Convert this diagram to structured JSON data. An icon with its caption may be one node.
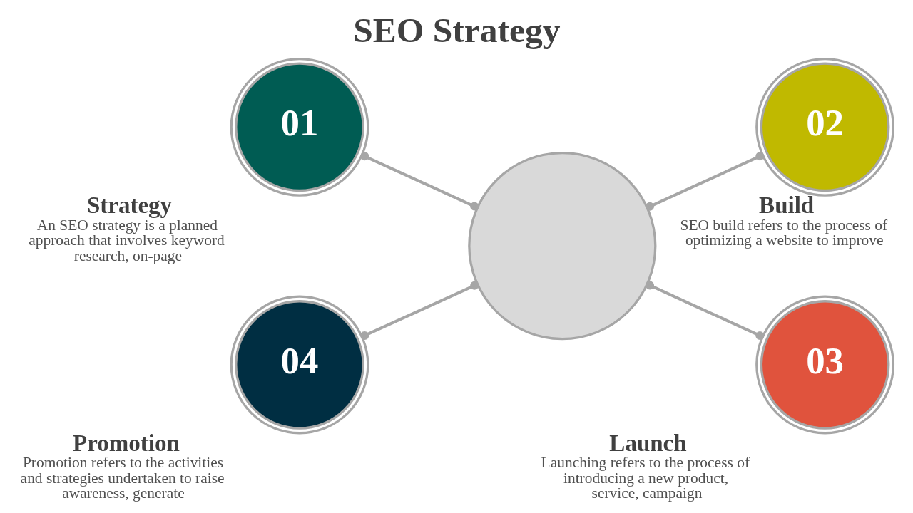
{
  "diagram": {
    "title": "SEO Strategy",
    "nodes": [
      {
        "text": [],
        "shape": "circle"
      },
      {
        "text": [
          "01"
        ],
        "beside": [
          "Strategy",
          "An SEO strategy is a planned approach that involves keyword research, on-page"
        ]
      },
      {
        "text": [
          "02"
        ],
        "beside": [
          "Build",
          "SEO build refers to the process of optimizing a website to improve"
        ]
      },
      {
        "text": [
          "03"
        ],
        "beside": [
          "Launch",
          "Launching refers to the process of introducing a new product, service, campaign"
        ]
      },
      {
        "text": [
          "04"
        ],
        "beside": [
          "Promotion",
          "Promotion refers to the activities and strategies undertaken to raise awareness, generate"
        ]
      }
    ],
    "edges": [
      {
        "from": 1,
        "to": 0,
        "arrow": "other"
      },
      {
        "from": 0,
        "to": 2,
        "arrow": "other"
      },
      {
        "from": 0,
        "to": 3,
        "arrow": "other"
      },
      {
        "from": 4,
        "to": 0,
        "arrow": "other"
      }
    ]
  }
}
